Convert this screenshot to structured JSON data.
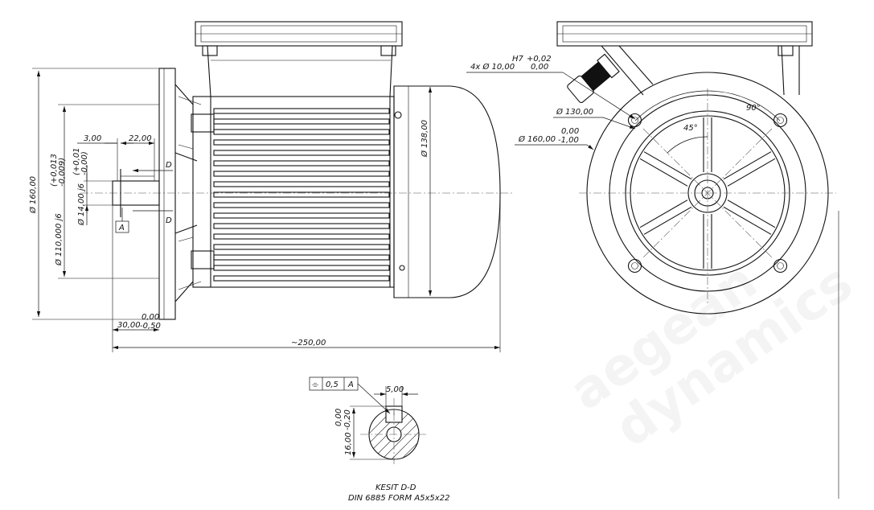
{
  "side_view": {
    "dim_flange_dia": "Ø 160,00",
    "dim_spigot_dia": "Ø 110,000 j6",
    "dim_spigot_tol_upper": "(+0,013",
    "dim_spigot_tol_lower": "-0,009)",
    "dim_shaft_dia": "Ø 14,00 j6",
    "dim_shaft_tol_upper": "(+0,01",
    "dim_shaft_tol_lower": "-0,00)",
    "dim_shoulder": "3,00",
    "dim_key_length": "22,00",
    "section_mark_top": "D",
    "section_mark_bottom": "D",
    "datum": "A",
    "dim_fan_cover_dia": "Ø 138,00",
    "dim_shaft_length": "30,00",
    "dim_shaft_length_tol_upper": "0,00",
    "dim_shaft_length_tol_lower": "-0,50",
    "dim_overall_length": "~250,00"
  },
  "front_view": {
    "hole_fit": "H7",
    "hole_tol_upper": "+0,02",
    "hole_tol_lower": "0,00",
    "hole_spec": "4x Ø 10,00",
    "dim_pcd": "Ø 130,00",
    "dim_outer_dia": "Ø 160,00",
    "dim_outer_tol_upper": "0,00",
    "dim_outer_tol_lower": "-1,00",
    "angle_hole": "90°",
    "angle_offset": "45°"
  },
  "section": {
    "tolerance_symbol": "⌯",
    "tolerance_value": "0,5",
    "tolerance_datum": "A",
    "dim_key_width": "5,00",
    "dim_height": "16,00",
    "dim_height_tol_upper": "0,00",
    "dim_height_tol_lower": "-0,20",
    "title": "KESIT D-D",
    "subtitle": "DIN 6885 FORM A5x5x22"
  },
  "watermark": [
    "aegean",
    "dynamics"
  ]
}
